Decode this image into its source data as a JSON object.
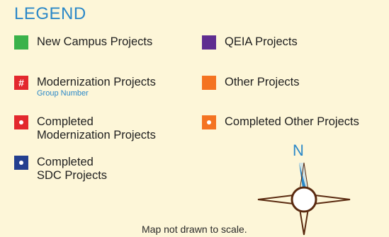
{
  "legend": {
    "title": "LEGEND",
    "items": [
      {
        "label": "New Campus Projects",
        "color": "#3ab24a",
        "marker": "solid"
      },
      {
        "label": "QEIA Projects",
        "color": "#5f2d90",
        "marker": "solid"
      },
      {
        "label": "Modernization Projects",
        "sublabel": "Group Number",
        "color": "#e3282d",
        "marker": "hash",
        "marker_text": "#"
      },
      {
        "label": "Other Projects",
        "color": "#f47321",
        "marker": "solid"
      },
      {
        "label": "Completed\nModernization Projects",
        "color": "#e3282d",
        "marker": "dot"
      },
      {
        "label": "Completed Other Projects",
        "color": "#f47321",
        "marker": "dot"
      },
      {
        "label": "Completed\nSDC Projects",
        "color": "#233f8f",
        "marker": "dot"
      }
    ]
  },
  "compass": {
    "north_label": "N",
    "icon": "compass-rose-icon"
  },
  "note": "Map not drawn to scale."
}
